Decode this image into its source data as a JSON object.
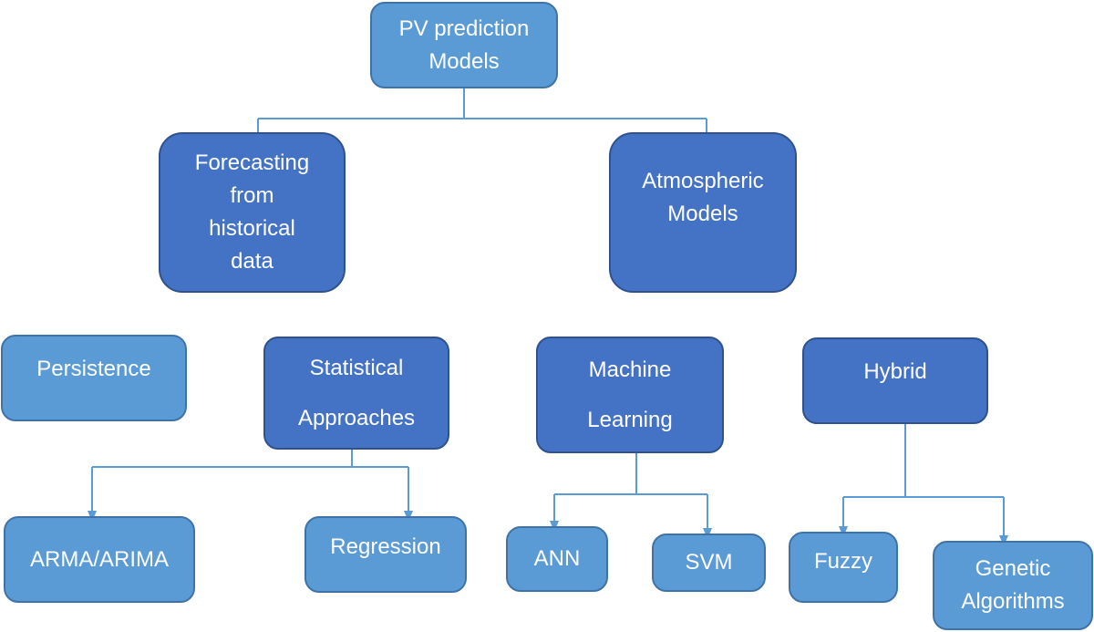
{
  "diagram": {
    "colors": {
      "light_box": "#5b9bd5",
      "dark_box": "#4472c4",
      "connector": "#5b9bd5"
    },
    "nodes": {
      "root": "PV prediction\nModels",
      "historical": "Forecasting\nfrom\nhistorical\ndata",
      "atmospheric": "Atmospheric\nModels",
      "persistence": "Persistence",
      "statistical": "Statistical\nApproaches",
      "machine_learning": "Machine\nLearning",
      "hybrid": "Hybrid",
      "arma": "ARMA/ARIMA",
      "regression": "Regression",
      "ann": "ANN",
      "svm": "SVM",
      "fuzzy": "Fuzzy",
      "genetic": "Genetic\nAlgorithms"
    }
  }
}
